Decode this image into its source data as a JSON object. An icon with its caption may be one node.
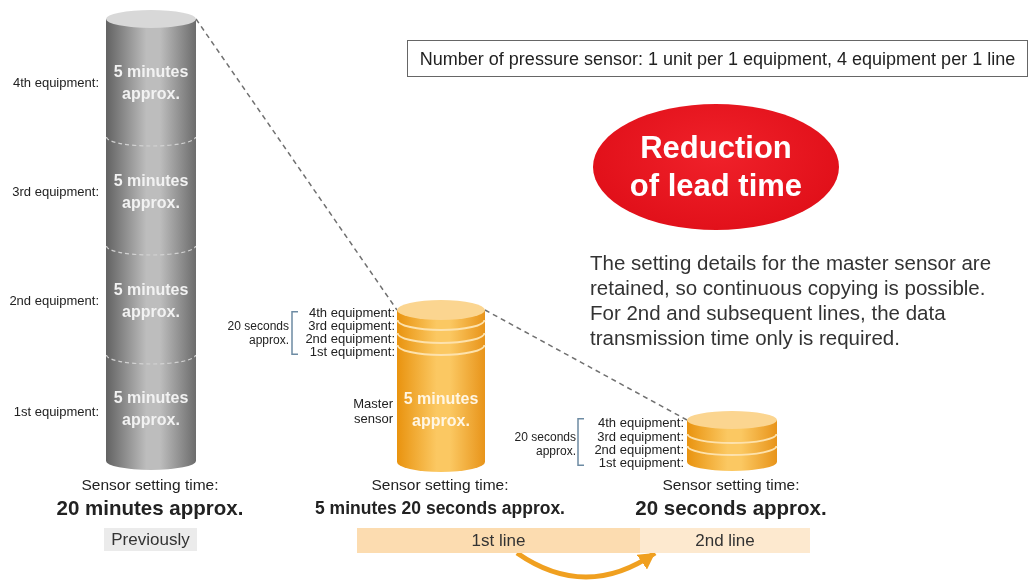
{
  "diagram": {
    "nodes": [
      {
        "text": [],
        "shape": "cylinder",
        "beside": [
          "Sensor setting time:",
          "20 minutes approx."
        ]
      },
      {
        "text": [
          "5 minutes approx."
        ],
        "beside": [
          "4th equipment:"
        ],
        "in": 0
      },
      {
        "text": [
          "5 minutes approx."
        ],
        "beside": [
          "3rd equipment:"
        ],
        "in": 0
      },
      {
        "text": [
          "5 minutes approx."
        ],
        "beside": [
          "2nd equipment:"
        ],
        "in": 0
      },
      {
        "text": [
          "5 minutes approx."
        ],
        "beside": [
          "1st equipment:"
        ],
        "in": 0
      },
      {
        "text": [],
        "shape": "cylinder",
        "beside": [
          "20 seconds approx.",
          "4th equipment:",
          "3rd equipment:",
          "2nd equipment:",
          "1st equipment:",
          "Sensor setting time:",
          "5 minutes 20 seconds approx."
        ]
      },
      {
        "text": [
          "5 minutes approx."
        ],
        "beside": [
          "Master sensor"
        ],
        "in": 5
      },
      {
        "text": [],
        "shape": "cylinder",
        "beside": [
          "20 seconds approx.",
          "4th equipment:",
          "3rd equipment:",
          "2nd equipment:",
          "1st equipment:",
          "Sensor setting time:",
          "20 seconds approx."
        ]
      },
      {
        "text": [
          "Previously"
        ]
      },
      {
        "text": [
          "1st line"
        ]
      },
      {
        "text": [
          "2nd line"
        ]
      },
      {
        "text": [
          "Number of pressure sensor: 1 unit per 1 equipment, 4 equipment per 1 line"
        ]
      },
      {
        "text": [
          "Reduction of lead time"
        ]
      }
    ],
    "edges": [
      {
        "from": 0,
        "to": 5,
        "arrow": "none",
        "style": "dashed"
      },
      {
        "from": 5,
        "to": 7,
        "arrow": "none",
        "style": "dashed"
      },
      {
        "from": 9,
        "to": 10,
        "arrow": "to",
        "style": "thick",
        "color": "#f0a020"
      }
    ],
    "labels": [
      "The setting details for the master sensor are retained, so continuous copying is possible. For 2nd and subsequent lines, the data transmission time only is required."
    ]
  }
}
